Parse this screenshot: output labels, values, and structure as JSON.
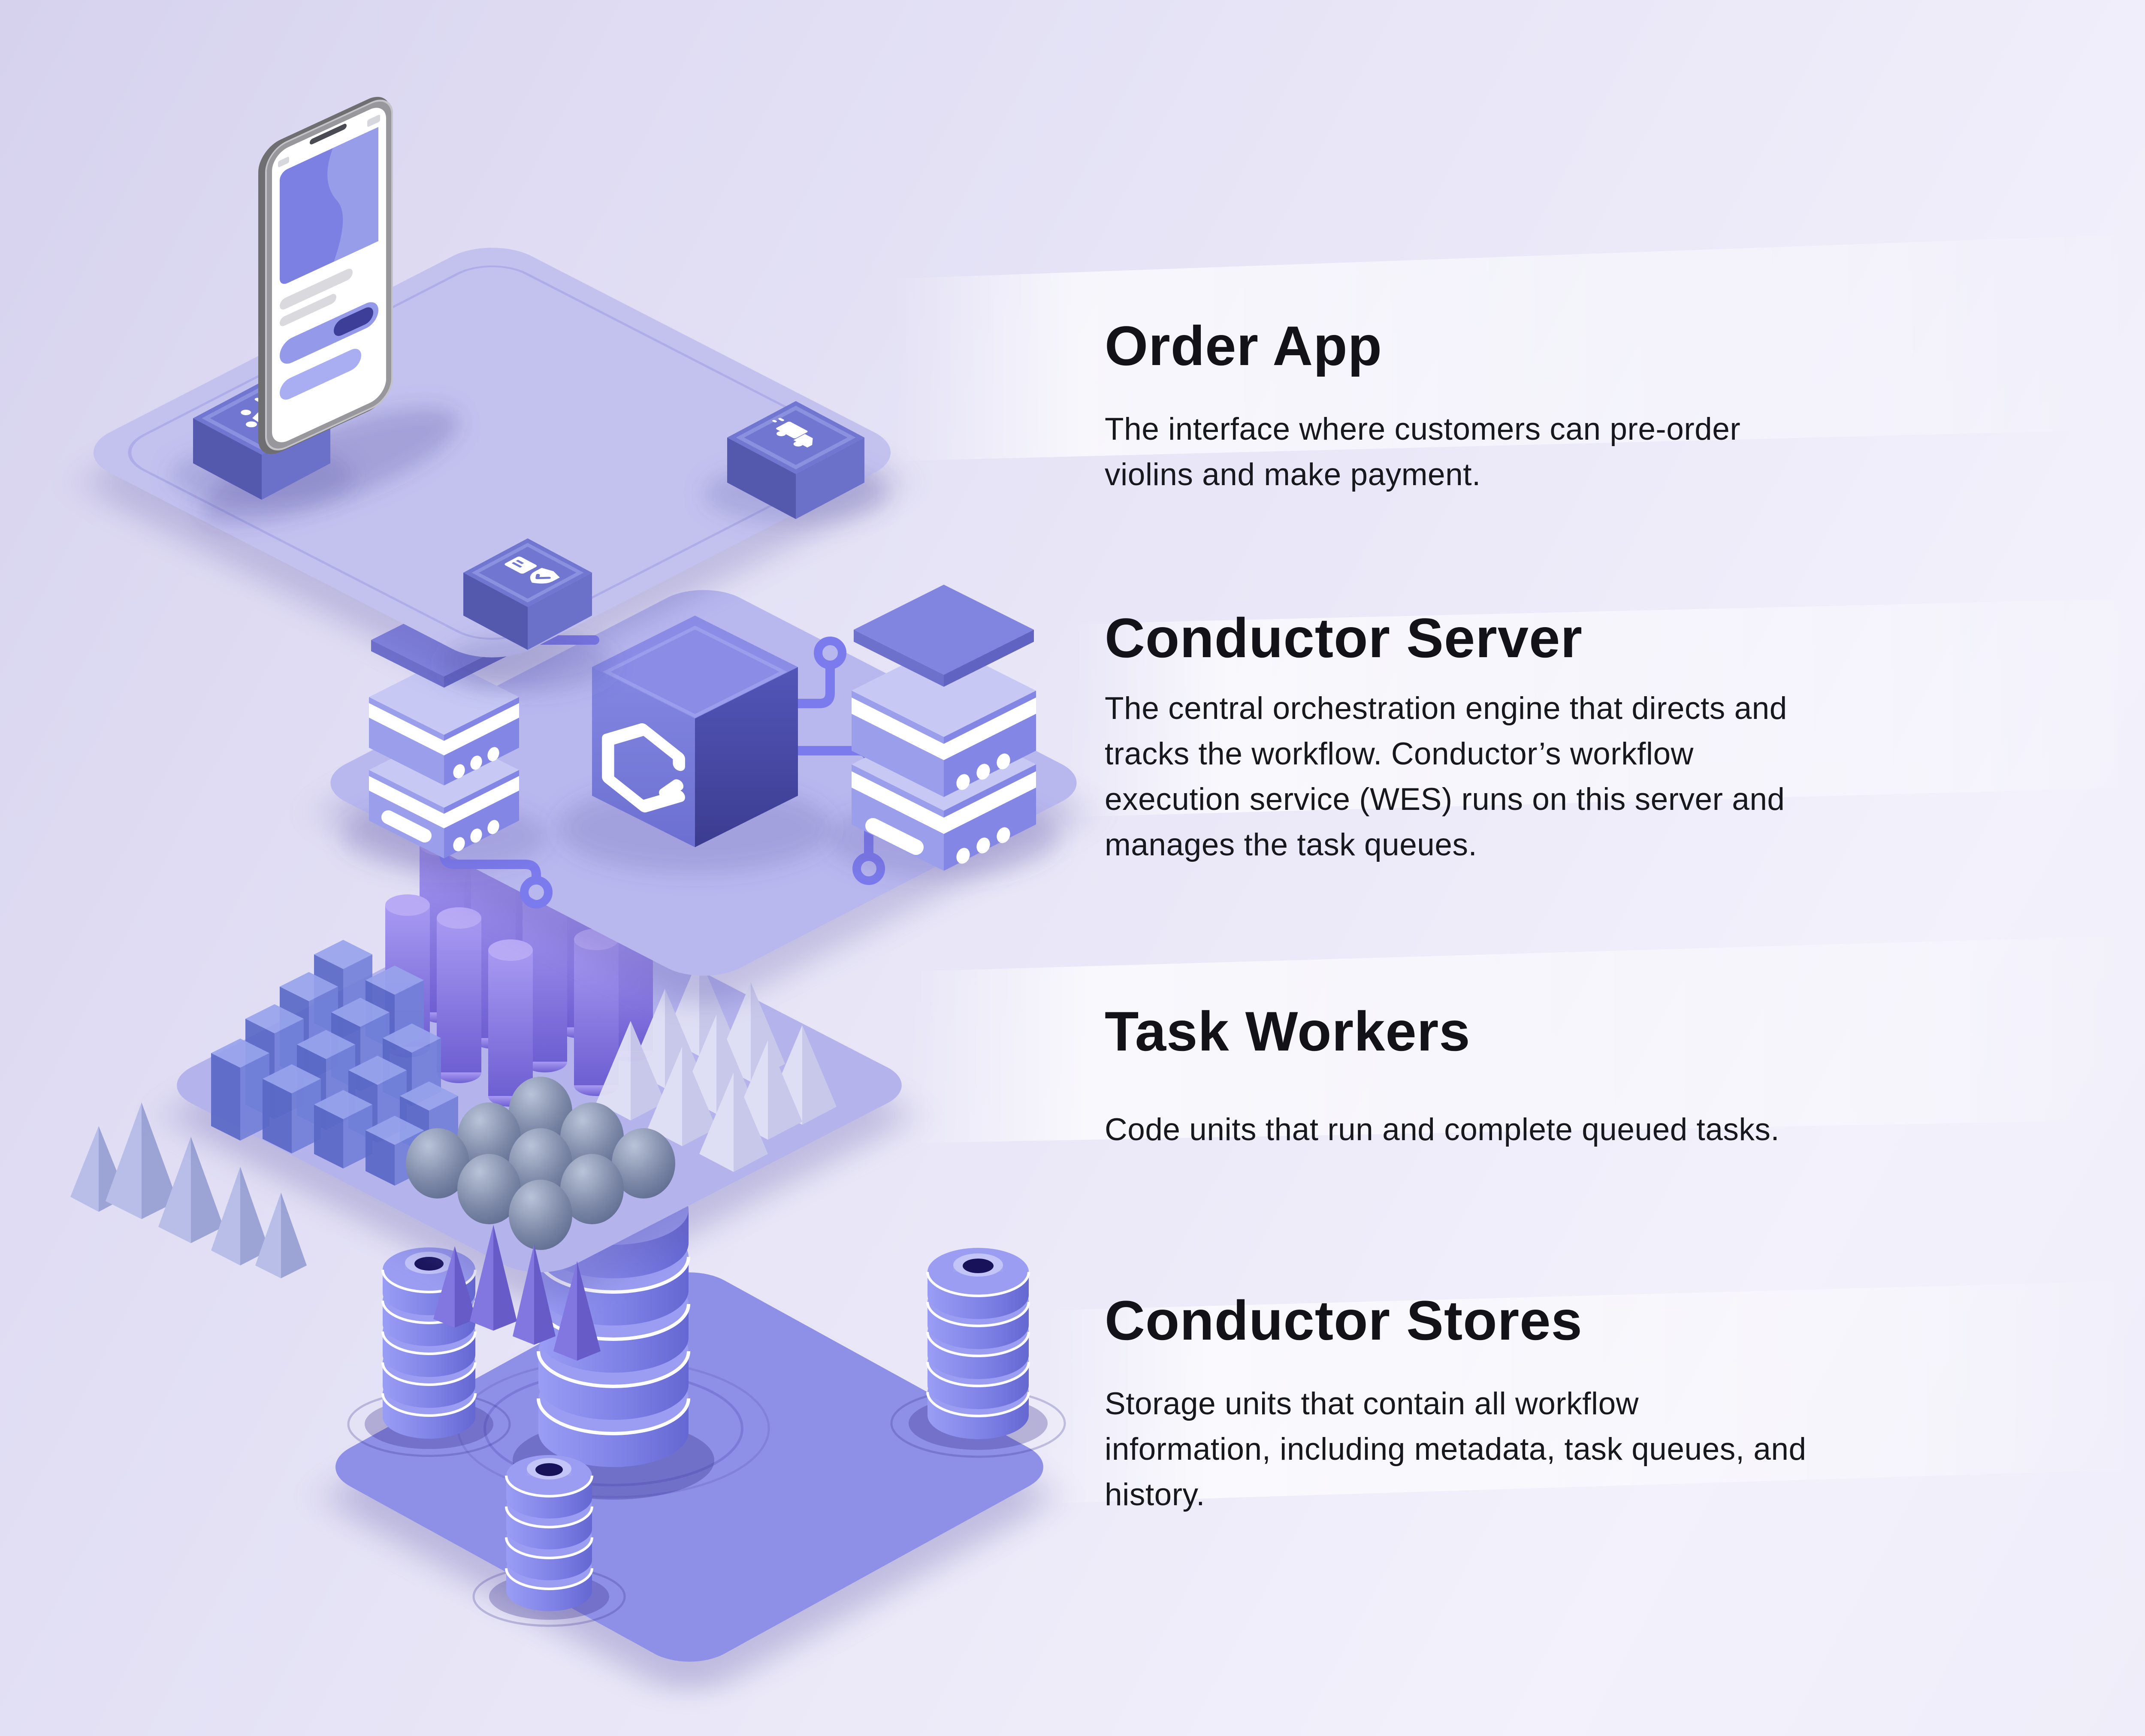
{
  "sections": [
    {
      "id": "order-app",
      "title": "Order App",
      "description": "The interface where customers can pre-order\nviolins and make payment."
    },
    {
      "id": "conductor-server",
      "title": "Conductor Server",
      "description": "The central orchestration engine that directs and\ntracks the workflow. Conductor’s workflow\nexecution service (WES) runs on this server and\nmanages the task queues."
    },
    {
      "id": "task-workers",
      "title": "Task Workers",
      "description": "Code units that run and complete queued tasks."
    },
    {
      "id": "conductor-stores",
      "title": "Conductor Stores",
      "description": "Storage units that contain all workflow\ninformation, including metadata, task queues, and\nhistory."
    }
  ],
  "illustration": {
    "layer_1": {
      "label": "order-app-layer",
      "device": "smartphone",
      "icon_cubes": [
        "shopping-cart",
        "delivery-truck",
        "secure-payment"
      ]
    },
    "layer_2": {
      "label": "conductor-server-layer",
      "elements": [
        "server-stack",
        "conductor-logo-cube",
        "server-stack",
        "circuit-traces"
      ]
    },
    "layer_3": {
      "label": "task-workers-layer",
      "shape_groups": [
        "cylinders",
        "cubes",
        "pyramids",
        "spheres"
      ]
    },
    "layer_4": {
      "label": "conductor-stores-layer",
      "elements": [
        "database-stack-left",
        "database-stack-center",
        "database-stack-right",
        "database-stack-front"
      ]
    }
  },
  "palette": {
    "background_dark": "#d6d2ee",
    "background_light": "#f3f1fb",
    "platform_light": "#c3c2ef",
    "platform_mid": "#b8b7ee",
    "platform_dark": "#8e8fe6",
    "accent_purple": "#7c7bed",
    "icon_cube_top": "#7176d1",
    "dark_indigo": "#2a2572",
    "text_color": "#121218",
    "white": "#ffffff"
  }
}
